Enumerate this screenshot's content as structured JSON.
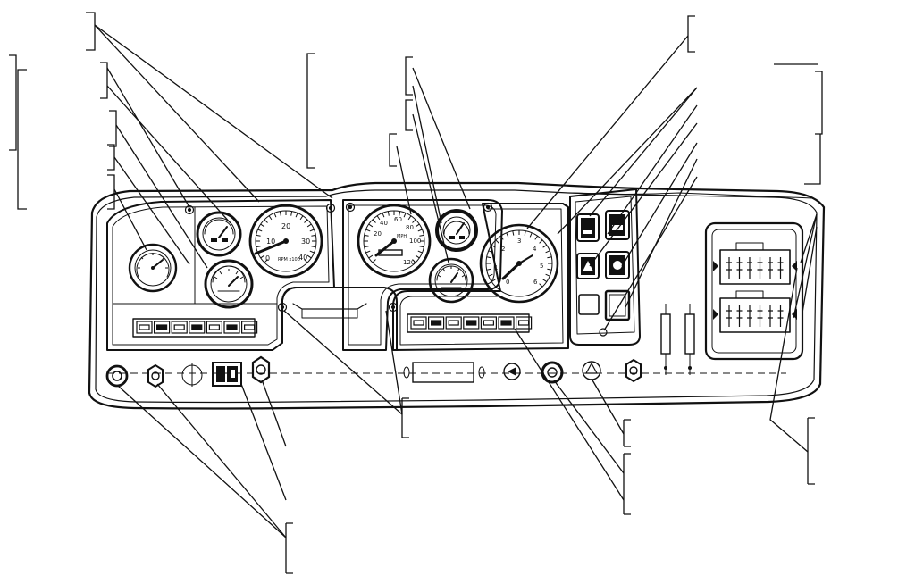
{
  "colors": {
    "ink": "#111111",
    "paper": "#ffffff"
  },
  "tachometer": {
    "ticks": [
      "0",
      "10",
      "20",
      "30",
      "40"
    ],
    "units": "RPM x100"
  },
  "speedometer": {
    "ticks": [
      "20",
      "40",
      "60",
      "80",
      "100",
      "120"
    ],
    "units": "MPH"
  },
  "right_gauge": {
    "ticks": [
      "0",
      "1",
      "2",
      "3",
      "4",
      "5",
      "6"
    ]
  },
  "icons": {
    "warning_switch": "hazard-triangle-icon",
    "left_indicator_row": [
      "light-icon",
      "fan-icon",
      "wiper-icon",
      "defrost-icon",
      "heater-icon",
      "info-icon",
      "door-icon"
    ],
    "right_indicator_row": [
      "light-icon",
      "chart-icon",
      "fan-icon",
      "wiper-icon",
      "heater-icon",
      "warn-icon",
      "door-icon"
    ]
  }
}
